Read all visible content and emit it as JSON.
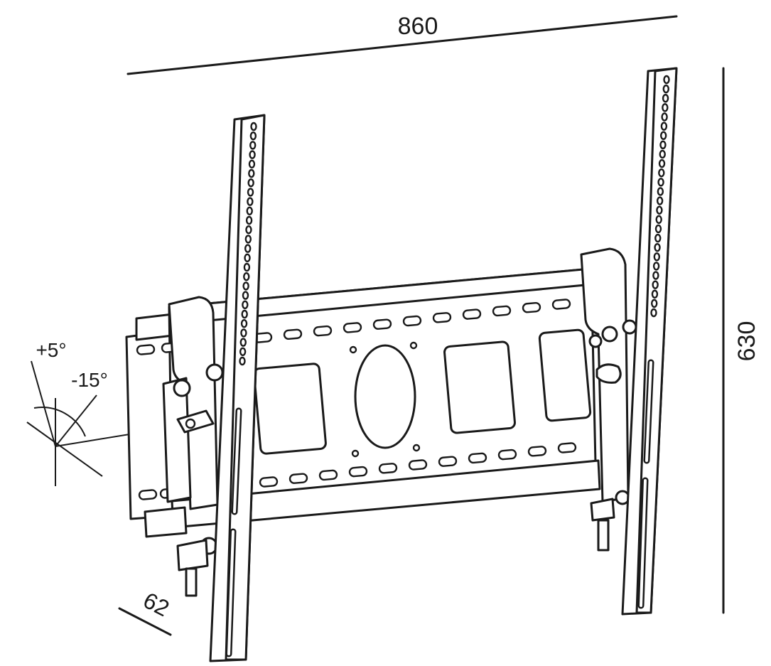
{
  "dimensions": {
    "width_label": "860",
    "height_label": "630",
    "depth_label": "62"
  },
  "tilt": {
    "up_label": "+5°",
    "down_label": "-15°"
  },
  "colors": {
    "line": "#1a1a1a",
    "background": "#ffffff"
  }
}
